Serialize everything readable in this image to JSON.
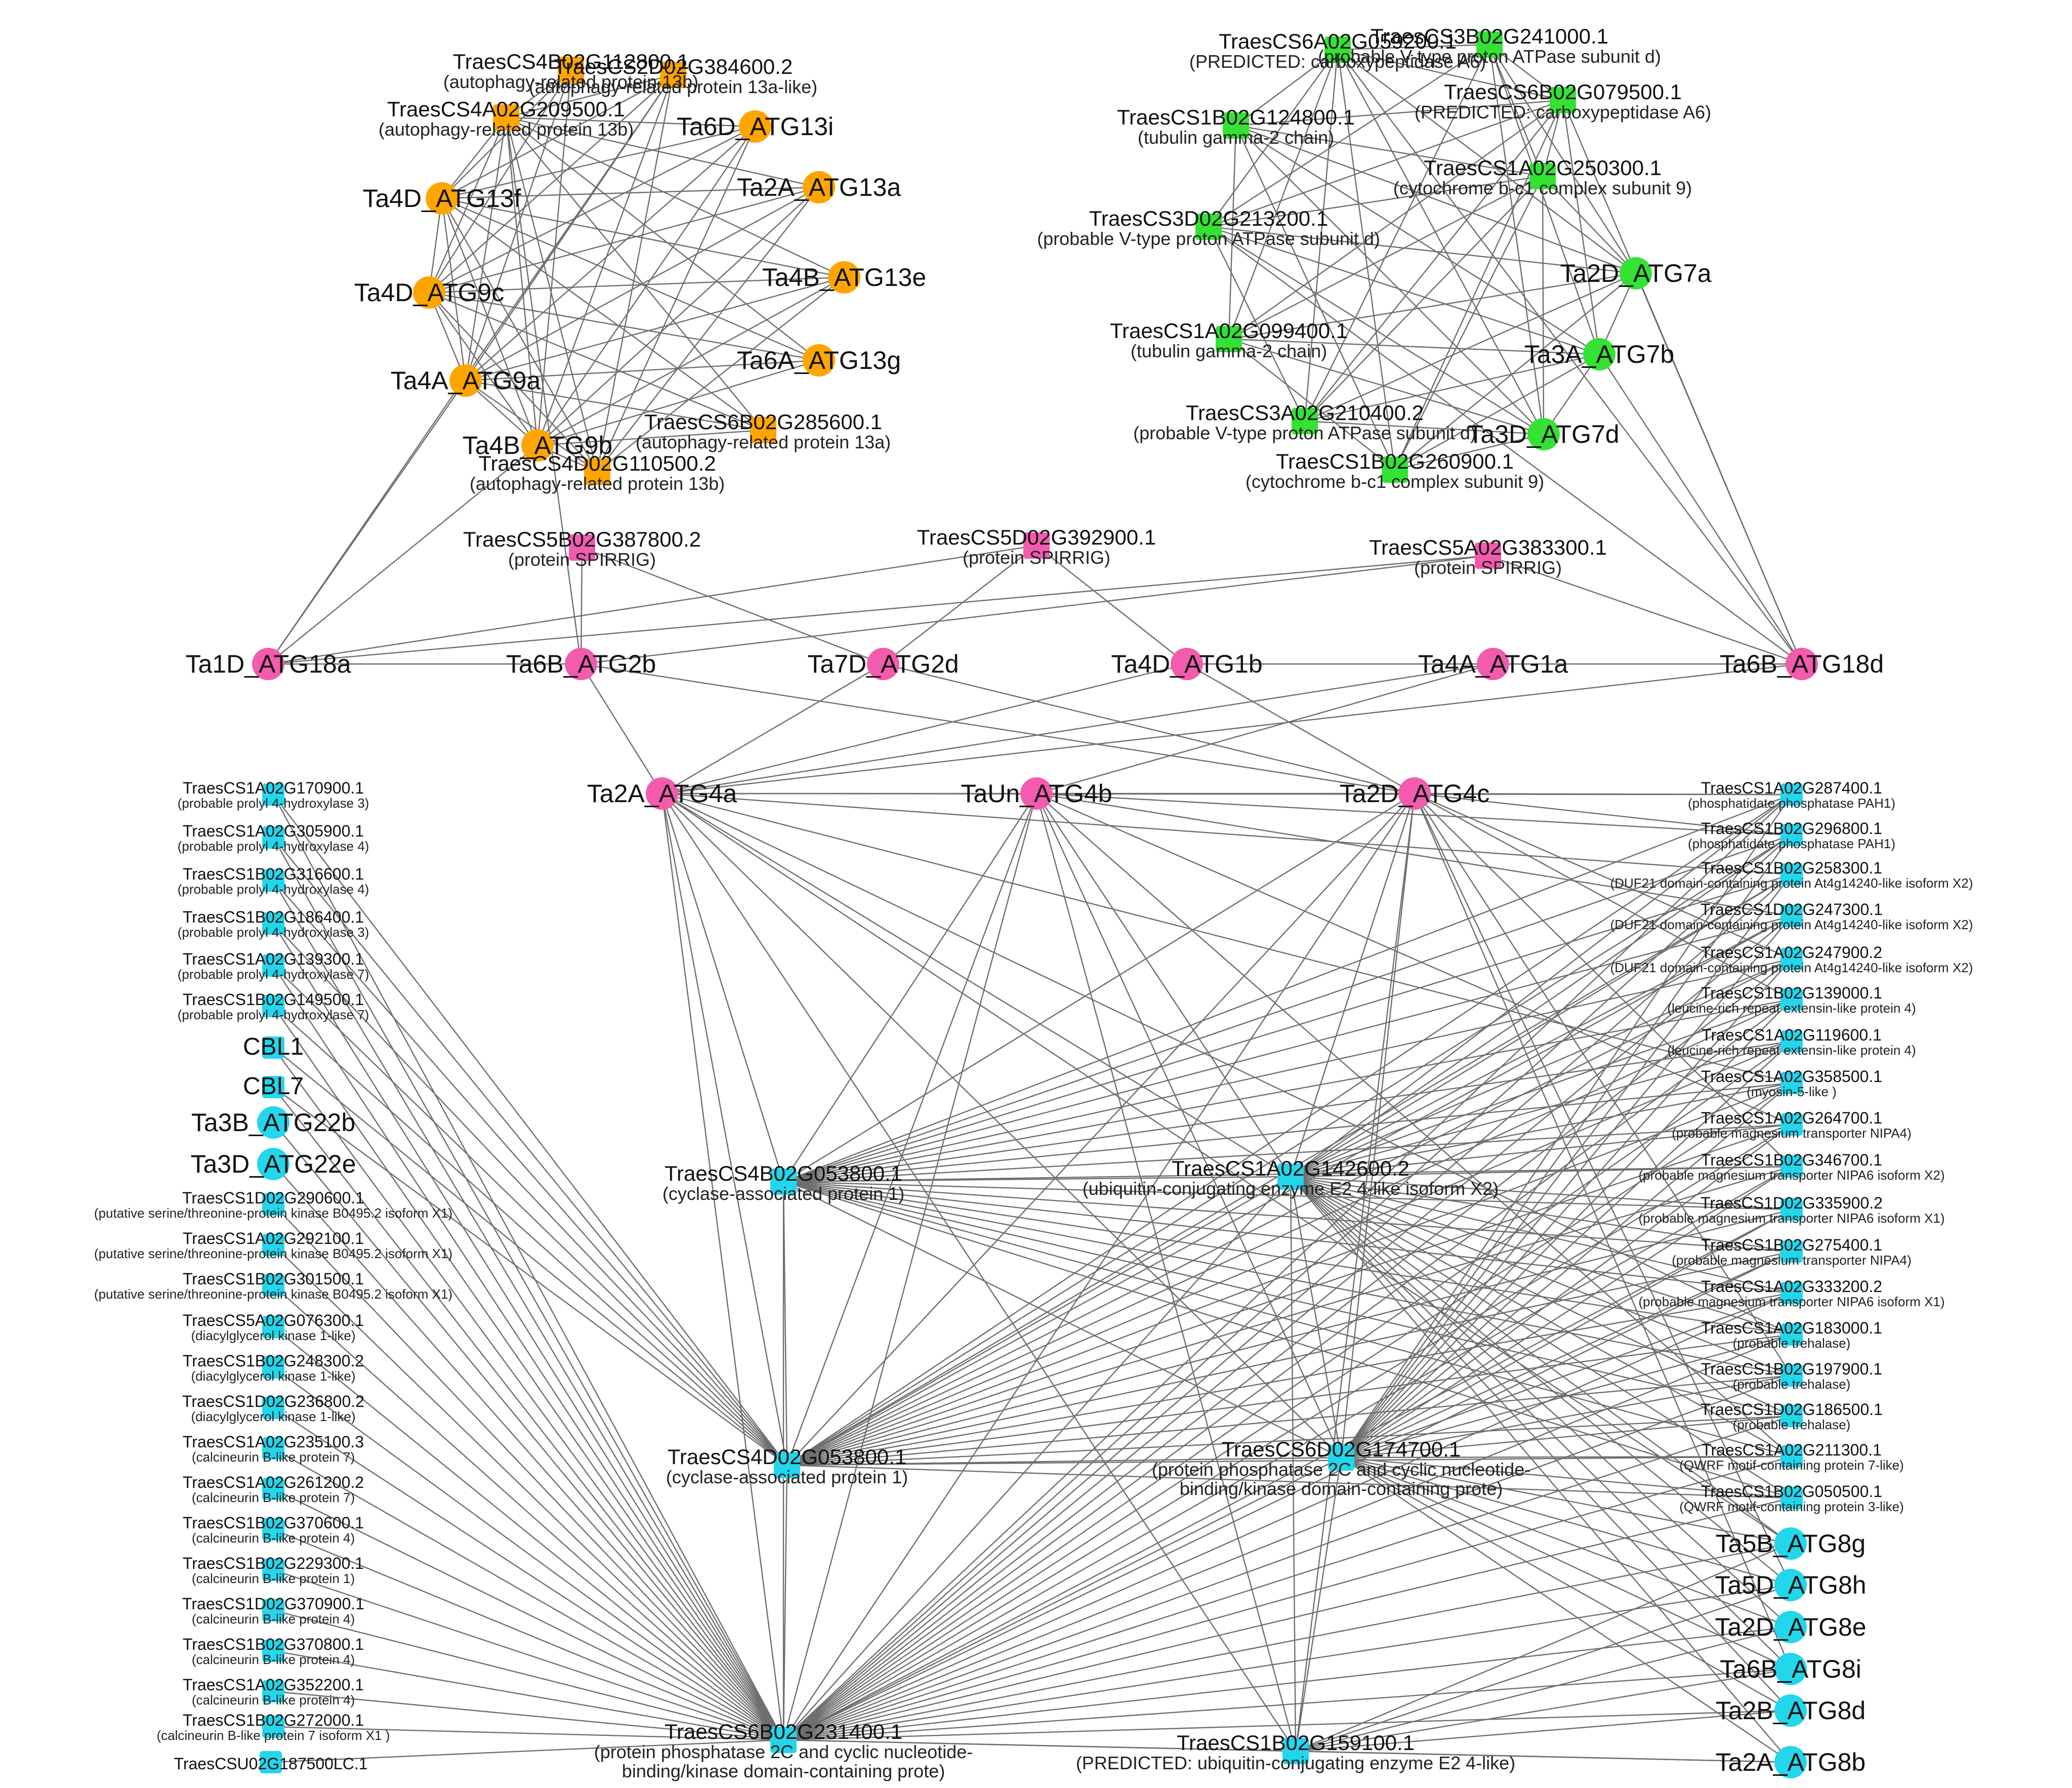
{
  "colors": {
    "orange": "#FFA500",
    "green": "#33E233",
    "pink": "#F25BAE",
    "cyan": "#22D6EC",
    "edge": "#6e6e6e"
  },
  "nodes": [
    {
      "id": "o1",
      "label": "TraesCS4B02G112800.1",
      "desc": "(autophagy-related protein 13b)",
      "color": "orange",
      "shape": "square"
    },
    {
      "id": "o2",
      "label": "TraesCS2D02G384600.2",
      "desc": "(autophagy-related protein 13a-like)",
      "color": "orange",
      "shape": "square"
    },
    {
      "id": "o3",
      "label": "TraesCS4A02G209500.1",
      "desc": "(autophagy-related protein 13b)",
      "color": "orange",
      "shape": "square"
    },
    {
      "id": "o4",
      "label": "Ta6D_ATG13i",
      "color": "orange",
      "shape": "circle"
    },
    {
      "id": "o5",
      "label": "Ta2A_ATG13a",
      "color": "orange",
      "shape": "circle"
    },
    {
      "id": "o6",
      "label": "Ta4D_ATG13f",
      "color": "orange",
      "shape": "circle"
    },
    {
      "id": "o7",
      "label": "Ta4D_ATG9c",
      "color": "orange",
      "shape": "circle"
    },
    {
      "id": "o8",
      "label": "Ta4B_ATG13e",
      "color": "orange",
      "shape": "circle"
    },
    {
      "id": "o9",
      "label": "Ta6A_ATG13g",
      "color": "orange",
      "shape": "circle"
    },
    {
      "id": "o10",
      "label": "Ta4A_ATG9a",
      "color": "orange",
      "shape": "circle"
    },
    {
      "id": "o11",
      "label": "TraesCS6B02G285600.1",
      "desc": "(autophagy-related protein 13a)",
      "color": "orange",
      "shape": "square"
    },
    {
      "id": "o12",
      "label": "Ta4B_ATG9b",
      "color": "orange",
      "shape": "circle"
    },
    {
      "id": "o13",
      "label": "TraesCS4D02G110500.2",
      "desc": "(autophagy-related protein 13b)",
      "color": "orange",
      "shape": "square"
    },
    {
      "id": "g1",
      "label": "TraesCS6A02G059200.1",
      "desc": "(PREDICTED: carboxypeptidase A6)",
      "color": "green",
      "shape": "square"
    },
    {
      "id": "g2",
      "label": "TraesCS3B02G241000.1",
      "desc": "(probable V-type proton ATPase subunit d)",
      "color": "green",
      "shape": "square"
    },
    {
      "id": "g3",
      "label": "TraesCS6B02G079500.1",
      "desc": "(PREDICTED: carboxypeptidase A6)",
      "color": "green",
      "shape": "square"
    },
    {
      "id": "g4",
      "label": "TraesCS1B02G124800.1",
      "desc": "(tubulin gamma-2 chain)",
      "color": "green",
      "shape": "square"
    },
    {
      "id": "g5",
      "label": "TraesCS1A02G250300.1",
      "desc": "(cytochrome b-c1 complex subunit 9)",
      "color": "green",
      "shape": "square"
    },
    {
      "id": "g6",
      "label": "TraesCS3D02G213200.1",
      "desc": "(probable V-type proton ATPase subunit d)",
      "color": "green",
      "shape": "square"
    },
    {
      "id": "g7",
      "label": "Ta2D_ATG7a",
      "color": "green",
      "shape": "circle"
    },
    {
      "id": "g8",
      "label": "TraesCS1A02G099400.1",
      "desc": "(tubulin gamma-2 chain)",
      "color": "green",
      "shape": "square"
    },
    {
      "id": "g9",
      "label": "Ta3A_ATG7b",
      "color": "green",
      "shape": "circle"
    },
    {
      "id": "g10",
      "label": "TraesCS3A02G210400.2",
      "desc": "(probable V-type proton ATPase subunit d)",
      "color": "green",
      "shape": "square"
    },
    {
      "id": "g11",
      "label": "Ta3D_ATG7d",
      "color": "green",
      "shape": "circle"
    },
    {
      "id": "g12",
      "label": "TraesCS1B02G260900.1",
      "desc": "(cytochrome b-c1 complex subunit 9)",
      "color": "green",
      "shape": "square"
    },
    {
      "id": "p1",
      "label": "TraesCS5B02G387800.2",
      "desc": "(protein SPIRRIG)",
      "color": "pink",
      "shape": "square"
    },
    {
      "id": "p2",
      "label": "TraesCS5D02G392900.1",
      "desc": "(protein SPIRRIG)",
      "color": "pink",
      "shape": "square"
    },
    {
      "id": "p3",
      "label": "TraesCS5A02G383300.1",
      "desc": "(protein SPIRRIG)",
      "color": "pink",
      "shape": "square"
    },
    {
      "id": "p4",
      "label": "Ta1D_ATG18a",
      "color": "pink",
      "shape": "circle"
    },
    {
      "id": "p5",
      "label": "Ta6B_ATG2b",
      "color": "pink",
      "shape": "circle"
    },
    {
      "id": "p6",
      "label": "Ta7D_ATG2d",
      "color": "pink",
      "shape": "circle"
    },
    {
      "id": "p7",
      "label": "Ta4D_ATG1b",
      "color": "pink",
      "shape": "circle"
    },
    {
      "id": "p8",
      "label": "Ta4A_ATG1a",
      "color": "pink",
      "shape": "circle"
    },
    {
      "id": "p9",
      "label": "Ta6B_ATG18d",
      "color": "pink",
      "shape": "circle"
    },
    {
      "id": "p10",
      "label": "Ta2A_ATG4a",
      "color": "pink",
      "shape": "circle"
    },
    {
      "id": "p11",
      "label": "TaUn_ATG4b",
      "color": "pink",
      "shape": "circle"
    },
    {
      "id": "p12",
      "label": "Ta2D_ATG4c",
      "color": "pink",
      "shape": "circle"
    },
    {
      "id": "cl1",
      "label": "TraesCS1A02G170900.1",
      "desc": "(probable prolyl 4-hydroxylase 3)",
      "color": "cyan",
      "shape": "square"
    },
    {
      "id": "cl2",
      "label": "TraesCS1A02G305900.1",
      "desc": "(probable prolyl 4-hydroxylase 4)",
      "color": "cyan",
      "shape": "square"
    },
    {
      "id": "cl3",
      "label": "TraesCS1B02G316600.1",
      "desc": "(probable prolyl 4-hydroxylase 4)",
      "color": "cyan",
      "shape": "square"
    },
    {
      "id": "cl4",
      "label": "TraesCS1B02G186400.1",
      "desc": "(probable prolyl 4-hydroxylase 3)",
      "color": "cyan",
      "shape": "square"
    },
    {
      "id": "cl5",
      "label": "TraesCS1A02G139300.1",
      "desc": "(probable prolyl 4-hydroxylase 7)",
      "color": "cyan",
      "shape": "square"
    },
    {
      "id": "cl6",
      "label": "TraesCS1B02G149500.1",
      "desc": "(probable prolyl 4-hydroxylase 7)",
      "color": "cyan",
      "shape": "square"
    },
    {
      "id": "cl7",
      "label": "CBL1",
      "color": "cyan",
      "shape": "square"
    },
    {
      "id": "cl8",
      "label": "CBL7",
      "color": "cyan",
      "shape": "square"
    },
    {
      "id": "cl9",
      "label": "Ta3B_ATG22b",
      "color": "cyan",
      "shape": "circle"
    },
    {
      "id": "cl10",
      "label": "Ta3D_ATG22e",
      "color": "cyan",
      "shape": "circle"
    },
    {
      "id": "cl11",
      "label": "TraesCS1D02G290600.1",
      "desc": "(putative serine/threonine-protein kinase B0495.2 isoform X1)",
      "color": "cyan",
      "shape": "square"
    },
    {
      "id": "cl12",
      "label": "TraesCS1A02G292100.1",
      "desc": "(putative serine/threonine-protein kinase B0495.2 isoform X1)",
      "color": "cyan",
      "shape": "square"
    },
    {
      "id": "cl13",
      "label": "TraesCS1B02G301500.1",
      "desc": "(putative serine/threonine-protein kinase B0495.2 isoform X1)",
      "color": "cyan",
      "shape": "square"
    },
    {
      "id": "cl14",
      "label": "TraesCS5A02G076300.1",
      "desc": "(diacylglycerol kinase 1-like)",
      "color": "cyan",
      "shape": "square"
    },
    {
      "id": "cl15",
      "label": "TraesCS1B02G248300.2",
      "desc": "(diacylglycerol kinase 1-like)",
      "color": "cyan",
      "shape": "square"
    },
    {
      "id": "cl16",
      "label": "TraesCS1D02G236800.2",
      "desc": "(diacylglycerol kinase 1-like)",
      "color": "cyan",
      "shape": "square"
    },
    {
      "id": "cl17",
      "label": "TraesCS1A02G235100.3",
      "desc": "(calcineurin B-like protein 7)",
      "color": "cyan",
      "shape": "square"
    },
    {
      "id": "cl18",
      "label": "TraesCS1A02G261200.2",
      "desc": "(calcineurin B-like protein 7)",
      "color": "cyan",
      "shape": "square"
    },
    {
      "id": "cl19",
      "label": "TraesCS1B02G370600.1",
      "desc": "(calcineurin B-like protein 4)",
      "color": "cyan",
      "shape": "square"
    },
    {
      "id": "cl20",
      "label": "TraesCS1B02G229300.1",
      "desc": "(calcineurin B-like protein 1)",
      "color": "cyan",
      "shape": "square"
    },
    {
      "id": "cl21",
      "label": "TraesCS1D02G370900.1",
      "desc": "(calcineurin B-like protein 4)",
      "color": "cyan",
      "shape": "square"
    },
    {
      "id": "cl22",
      "label": "TraesCS1B02G370800.1",
      "desc": "(calcineurin B-like protein 4)",
      "color": "cyan",
      "shape": "square"
    },
    {
      "id": "cl23",
      "label": "TraesCS1A02G352200.1",
      "desc": "(calcineurin B-like protein 4)",
      "color": "cyan",
      "shape": "square"
    },
    {
      "id": "cl24",
      "label": "TraesCS1B02G272000.1",
      "desc": "(calcineurin B-like protein 7 isoform X1 )",
      "color": "cyan",
      "shape": "square"
    },
    {
      "id": "cl25",
      "label": "TraesCSU02G187500LC.1",
      "color": "cyan",
      "shape": "square"
    },
    {
      "id": "cc1",
      "label": "TraesCS4B02G053800.1",
      "desc": "(cyclase-associated protein 1)",
      "color": "cyan",
      "shape": "square"
    },
    {
      "id": "cc2",
      "label": "TraesCS1A02G142600.2",
      "desc": "(ubiquitin-conjugating enzyme E2 4-like isoform X2)",
      "color": "cyan",
      "shape": "square"
    },
    {
      "id": "cc3",
      "label": "TraesCS4D02G053800.1",
      "desc": "(cyclase-associated protein 1)",
      "color": "cyan",
      "shape": "square"
    },
    {
      "id": "cc4",
      "label": "TraesCS6D02G174700.1",
      "desc": "(protein phosphatase 2C and cyclic nucleotide-",
      "desc2": "binding/kinase domain-containing prote)",
      "color": "cyan",
      "shape": "square"
    },
    {
      "id": "cc5",
      "label": "TraesCS6B02G231400.1",
      "desc": "(protein phosphatase 2C and cyclic nucleotide-",
      "desc2": "binding/kinase domain-containing prote)",
      "color": "cyan",
      "shape": "square"
    },
    {
      "id": "cc6",
      "label": "TraesCS1B02G159100.1",
      "desc": "(PREDICTED: ubiquitin-conjugating enzyme E2 4-like)",
      "color": "cyan",
      "shape": "square"
    },
    {
      "id": "cr1",
      "label": "TraesCS1A02G287400.1",
      "desc": "(phosphatidate phosphatase PAH1)",
      "color": "cyan",
      "shape": "square"
    },
    {
      "id": "cr2",
      "label": "TraesCS1B02G296800.1",
      "desc": "(phosphatidate phosphatase PAH1)",
      "color": "cyan",
      "shape": "square"
    },
    {
      "id": "cr3",
      "label": "TraesCS1B02G258300.1",
      "desc": "(DUF21 domain-containing protein At4g14240-like isoform X2)",
      "color": "cyan",
      "shape": "square"
    },
    {
      "id": "cr4",
      "label": "TraesCS1D02G247300.1",
      "desc": "(DUF21 domain-containing protein At4g14240-like isoform X2)",
      "color": "cyan",
      "shape": "square"
    },
    {
      "id": "cr5",
      "label": "TraesCS1A02G247900.2",
      "desc": "(DUF21 domain-containing protein At4g14240-like isoform X2)",
      "color": "cyan",
      "shape": "square"
    },
    {
      "id": "cr6",
      "label": "TraesCS1B02G139000.1",
      "desc": "(leucine-rich repeat extensin-like protein 4)",
      "color": "cyan",
      "shape": "square"
    },
    {
      "id": "cr7",
      "label": "TraesCS1A02G119600.1",
      "desc": "(leucine-rich repeat extensin-like protein 4)",
      "color": "cyan",
      "shape": "square"
    },
    {
      "id": "cr8",
      "label": "TraesCS1A02G358500.1",
      "desc": "(myosin-5-like )",
      "color": "cyan",
      "shape": "square"
    },
    {
      "id": "cr9",
      "label": "TraesCS1A02G264700.1",
      "desc": "(probable magnesium transporter NIPA4)",
      "color": "cyan",
      "shape": "square"
    },
    {
      "id": "cr10",
      "label": "TraesCS1B02G346700.1",
      "desc": "(probable magnesium transporter NIPA6 isoform X2)",
      "color": "cyan",
      "shape": "square"
    },
    {
      "id": "cr11",
      "label": "TraesCS1D02G335900.2",
      "desc": "(probable magnesium transporter NIPA6 isoform X1)",
      "color": "cyan",
      "shape": "square"
    },
    {
      "id": "cr12",
      "label": "TraesCS1B02G275400.1",
      "desc": "(probable magnesium transporter NIPA4)",
      "color": "cyan",
      "shape": "square"
    },
    {
      "id": "cr13",
      "label": "TraesCS1A02G333200.2",
      "desc": "(probable magnesium transporter NIPA6 isoform X1)",
      "color": "cyan",
      "shape": "square"
    },
    {
      "id": "cr14",
      "label": "TraesCS1A02G183000.1",
      "desc": "(probable trehalase)",
      "color": "cyan",
      "shape": "square"
    },
    {
      "id": "cr15",
      "label": "TraesCS1B02G197900.1",
      "desc": "(probable trehalase)",
      "color": "cyan",
      "shape": "square"
    },
    {
      "id": "cr16",
      "label": "TraesCS1D02G186500.1",
      "desc": "(probable trehalase)",
      "color": "cyan",
      "shape": "square"
    },
    {
      "id": "cr17",
      "label": "TraesCS1A02G211300.1",
      "desc": "(QWRF motif-containing protein 7-like)",
      "color": "cyan",
      "shape": "square"
    },
    {
      "id": "cr18",
      "label": "TraesCS1B02G050500.1",
      "desc": "(QWRF motif-containing protein 3-like)",
      "color": "cyan",
      "shape": "square"
    },
    {
      "id": "cr19",
      "label": "Ta5B_ATG8g",
      "color": "cyan",
      "shape": "circle"
    },
    {
      "id": "cr20",
      "label": "Ta5D_ATG8h",
      "color": "cyan",
      "shape": "circle"
    },
    {
      "id": "cr21",
      "label": "Ta2D_ATG8e",
      "color": "cyan",
      "shape": "circle"
    },
    {
      "id": "cr22",
      "label": "Ta6B_ATG8i",
      "color": "cyan",
      "shape": "circle"
    },
    {
      "id": "cr23",
      "label": "Ta2B_ATG8d",
      "color": "cyan",
      "shape": "circle"
    },
    {
      "id": "cr24",
      "label": "Ta2A_ATG8b",
      "color": "cyan",
      "shape": "circle"
    }
  ]
}
